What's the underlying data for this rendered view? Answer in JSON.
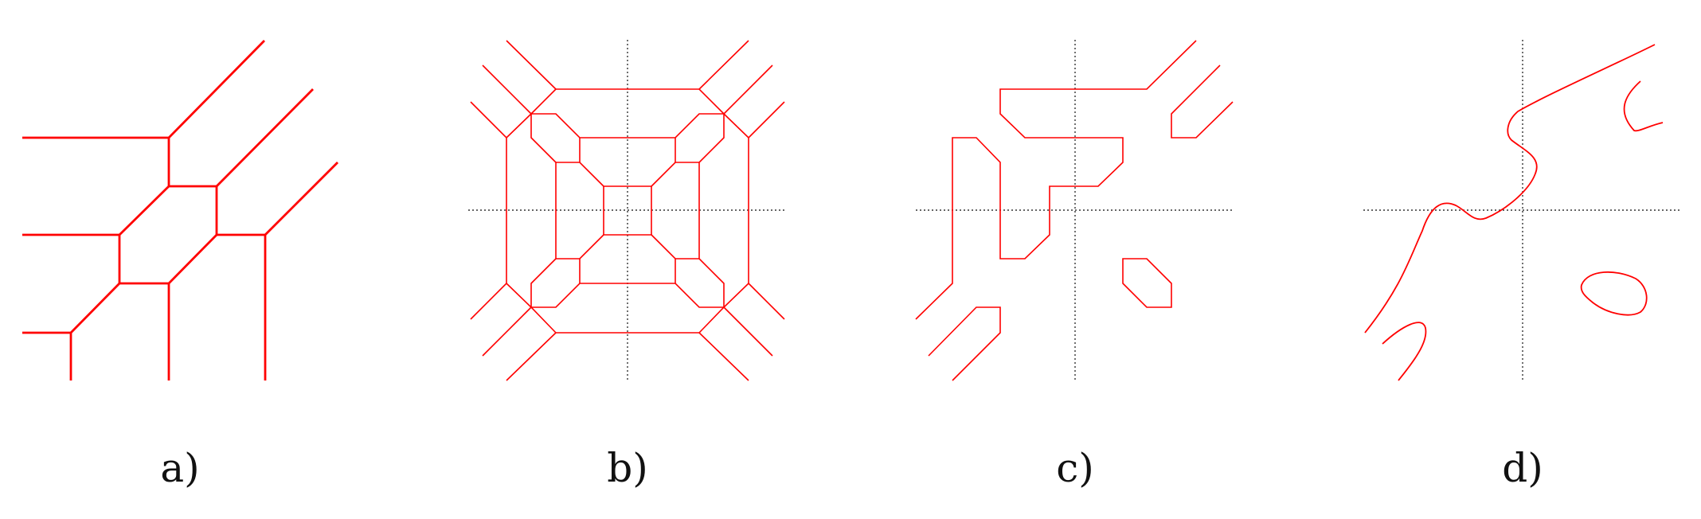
{
  "colors": {
    "curve": "#ff0000",
    "axis": "#333333",
    "label": "#111111",
    "background": "#ffffff"
  },
  "panels": [
    {
      "id": "a",
      "label": "a)",
      "has_axes": false
    },
    {
      "id": "b",
      "label": "b)",
      "has_axes": true
    },
    {
      "id": "c",
      "label": "c)",
      "has_axes": true
    },
    {
      "id": "d",
      "label": "d)",
      "has_axes": true
    }
  ]
}
